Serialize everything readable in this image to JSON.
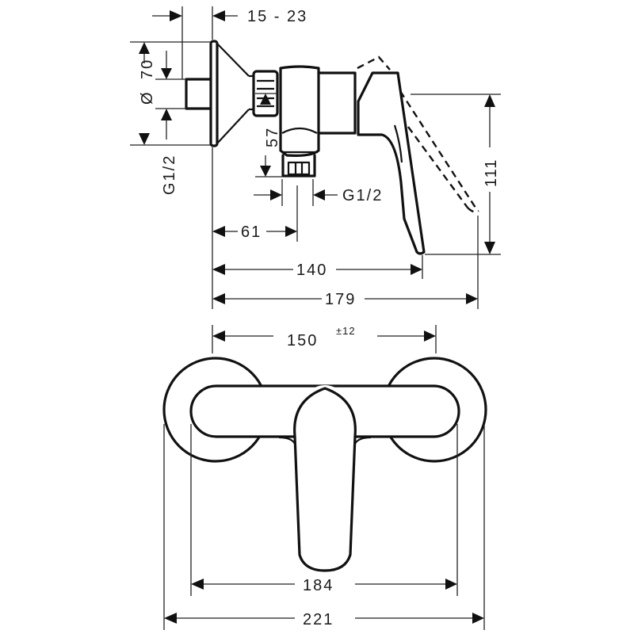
{
  "drawing": {
    "type": "technical dimension drawing",
    "subject": "single lever shower mixer, exposed",
    "line_color": "#111111",
    "background": "#ffffff"
  },
  "side_view": {
    "dimensions": {
      "wall_offset": "15 - 23",
      "flange_diameter_prefix": "Ø",
      "flange_diameter": "70",
      "inlet_thread": "G1/2",
      "outlet_height": "57",
      "outlet_thread": "G1/2",
      "outlet_depth": "61",
      "lever_depth": "140",
      "max_depth": "179",
      "lever_height": "111"
    }
  },
  "front_view": {
    "dimensions": {
      "center_distance": "150",
      "center_distance_tolerance": "±12",
      "inner_width": "184",
      "overall_width": "221"
    }
  }
}
